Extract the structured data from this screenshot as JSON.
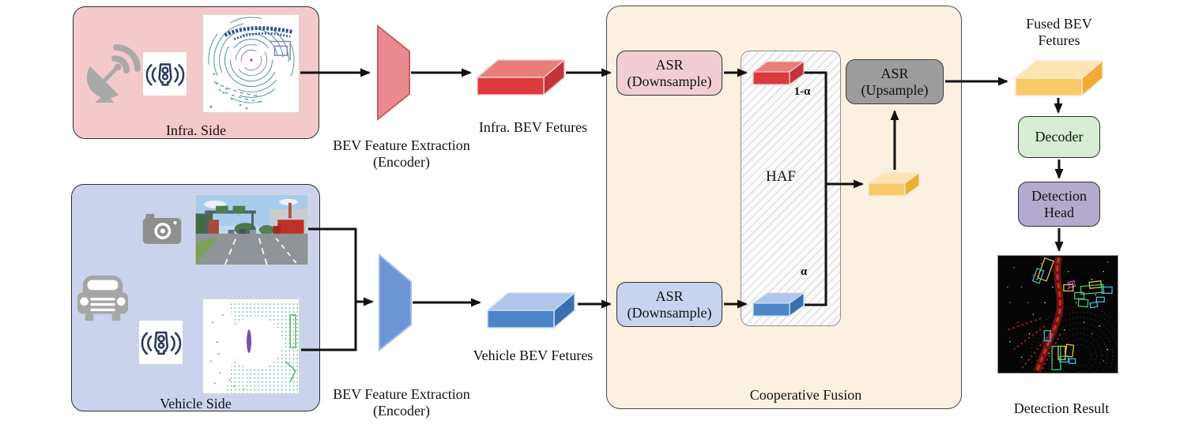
{
  "labels": {
    "infra_side": "Infra. Side",
    "vehicle_side": "Vehicle Side",
    "encoder_line1": "BEV Feature Extraction",
    "encoder_line2": "(Encoder)",
    "infra_bev": "Infra. BEV Fetures",
    "vehicle_bev": "Vehicle BEV Fetures",
    "fused_bev_line1": "Fused BEV",
    "fused_bev_line2": "Fetures",
    "asr": "ASR",
    "downsample": "(Downsample)",
    "upsample": "(Upsample)",
    "haf": "HAF",
    "one_minus_alpha": "1-α",
    "alpha": "α",
    "cooperative_fusion": "Cooperative Fusion",
    "decoder": "Decoder",
    "detection_head_line1": "Detection",
    "detection_head_line2": "Head",
    "detection_result": "Detection Result"
  },
  "colors": {
    "infra_panel": "#F3C9CC",
    "vehicle_panel": "#CBD3EC",
    "fusion_panel": "#FCF0E0",
    "asr_infra_box": "#F2CED4",
    "asr_vehicle_box": "#C9D3F0",
    "asr_upsample_box": "#9C9C9C",
    "decoder_box": "#D9ECD5",
    "detection_head_box": "#B4AACF",
    "infra_feature_front": "#DC3A3F",
    "vehicle_feature_front": "#4A86C8",
    "fused_feature_front": "#F8C969",
    "arrow": "#111111"
  }
}
